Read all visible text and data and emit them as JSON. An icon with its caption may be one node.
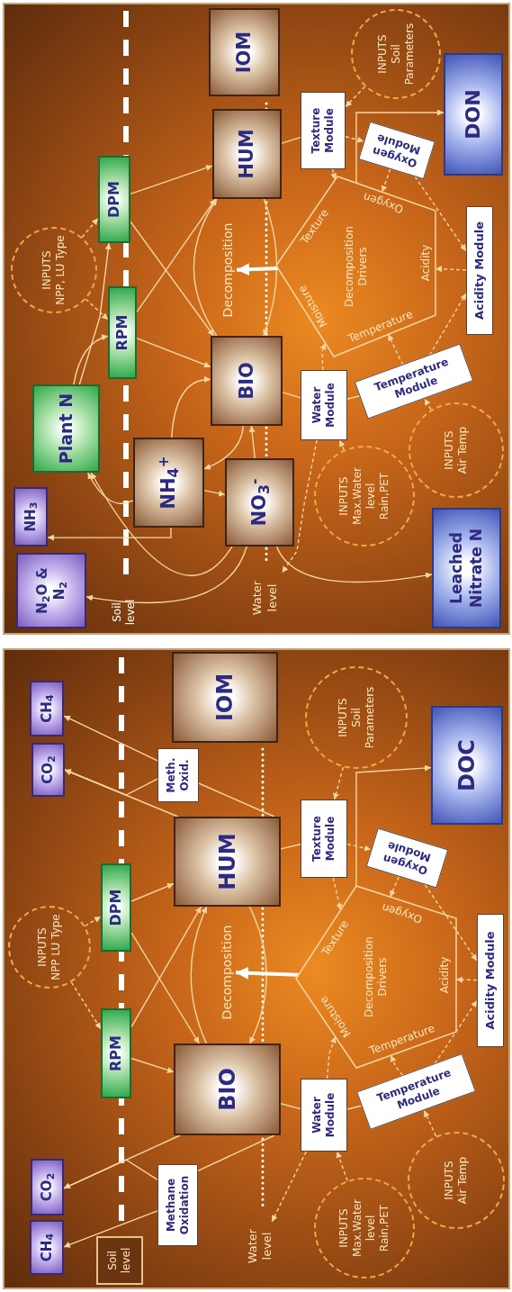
{
  "diagram": {
    "nodes": [
      {
        "text": [
          "N$_{2}$O & N$_{2}$"
        ]
      },
      {
        "text": [
          "NH$_{3}$"
        ]
      },
      {
        "text": [
          "Plant N"
        ]
      },
      {
        "text": [
          "RPM"
        ]
      },
      {
        "text": [
          "DPM"
        ]
      },
      {
        "text": [
          "INPUTS",
          "NPP, LU Type"
        ]
      },
      {
        "text": [
          "NH$_{4}$$^{+}$"
        ]
      },
      {
        "text": [
          "BIO"
        ]
      },
      {
        "text": [
          "NO$_{3}$$^{-}$"
        ]
      },
      {
        "text": [
          "HUM"
        ]
      },
      {
        "text": [
          "IOM"
        ]
      },
      {
        "text": [
          "Decomposition"
        ]
      },
      {
        "text": [
          "Decomposition Drivers"
        ]
      },
      {
        "text": [
          "Water Module"
        ]
      },
      {
        "text": [
          "Temperature Module"
        ]
      },
      {
        "text": [
          "Texture Module"
        ]
      },
      {
        "text": [
          "Oxygen Module"
        ]
      },
      {
        "text": [
          "Acidity Module"
        ]
      },
      {
        "text": [
          "INPUTS",
          "Max.Water level Rain,PET"
        ]
      },
      {
        "text": [
          "INPUTS",
          "Air Temp"
        ]
      },
      {
        "text": [
          "INPUTS",
          "Soil Parameters"
        ]
      },
      {
        "text": [
          "Leached Nitrate N"
        ]
      },
      {
        "text": [
          "DON"
        ]
      },
      {
        "text": [
          "Water level"
        ]
      },
      {
        "text": [
          "CH$_{4}$"
        ]
      },
      {
        "text": [
          "CO$_{2}$"
        ]
      },
      {
        "text": [
          "Soil level"
        ]
      },
      {
        "text": [
          "Methane Oxidation"
        ]
      },
      {
        "text": [
          "Water level"
        ]
      },
      {
        "text": [
          "RPM"
        ]
      },
      {
        "text": [
          "DPM"
        ]
      },
      {
        "text": [
          "INPUTS",
          "NPP LU Type"
        ]
      },
      {
        "text": [
          "BIO"
        ]
      },
      {
        "text": [
          "HUM"
        ]
      },
      {
        "text": [
          "IOM"
        ]
      },
      {
        "text": [
          "Meth. Oxid."
        ]
      },
      {
        "text": [
          "CO$_{2}$"
        ]
      },
      {
        "text": [
          "CH$_{4}$"
        ]
      },
      {
        "text": [
          "Decomposition"
        ]
      },
      {
        "text": [
          "Decomposition Drivers"
        ]
      },
      {
        "text": [
          "Water Module"
        ]
      },
      {
        "text": [
          "Temperature Module"
        ]
      },
      {
        "text": [
          "Texture Module"
        ]
      },
      {
        "text": [
          "Oxygen Module"
        ]
      },
      {
        "text": [
          "Acidity Module"
        ]
      },
      {
        "text": [
          "INPUTS",
          "Max.Water level Rain,PET"
        ]
      },
      {
        "text": [
          "INPUTS",
          "Air Temp"
        ]
      },
      {
        "text": [
          "INPUTS",
          "Soil Parameters"
        ]
      },
      {
        "text": [
          "DOC"
        ]
      }
    ],
    "edges": [
      {
        "from": 5,
        "to": 3,
        "arrow": "to",
        "style": "dashed"
      },
      {
        "from": 5,
        "to": 4,
        "arrow": "to",
        "style": "dashed"
      },
      {
        "from": 4,
        "to": 9,
        "arrow": "to"
      },
      {
        "from": 4,
        "to": 7,
        "arrow": "to"
      },
      {
        "from": 3,
        "to": 7,
        "arrow": "to"
      },
      {
        "from": 3,
        "to": 9,
        "arrow": "to"
      },
      {
        "from": 2,
        "to": 3,
        "arrow": "to"
      },
      {
        "from": 2,
        "to": 4,
        "arrow": "to"
      },
      {
        "from": 7,
        "to": 9,
        "arrow": "to"
      },
      {
        "from": 9,
        "to": 7,
        "arrow": "to"
      },
      {
        "from": 6,
        "to": 7,
        "arrow": "to"
      },
      {
        "from": 7,
        "to": 6,
        "arrow": "to"
      },
      {
        "from": 8,
        "to": 7,
        "arrow": "to"
      },
      {
        "from": 6,
        "to": 8,
        "arrow": "to"
      },
      {
        "from": 6,
        "to": 2,
        "arrow": "to"
      },
      {
        "from": 8,
        "to": 2,
        "arrow": "to"
      },
      {
        "from": 6,
        "to": 1,
        "arrow": "to"
      },
      {
        "from": 8,
        "to": 0,
        "arrow": "to"
      },
      {
        "from": 8,
        "to": 21,
        "arrow": "to"
      },
      {
        "from": 7,
        "to": 13,
        "arrow": "none"
      },
      {
        "from": 9,
        "to": 15,
        "arrow": "none"
      },
      {
        "from": 13,
        "to": 14,
        "arrow": "none"
      },
      {
        "from": 13,
        "to": 23,
        "arrow": "to",
        "style": "dashed"
      },
      {
        "from": 18,
        "to": 13,
        "arrow": "to",
        "style": "dashed"
      },
      {
        "from": 19,
        "to": 14,
        "arrow": "to",
        "style": "dashed"
      },
      {
        "from": 14,
        "to": 12,
        "arrow": "to",
        "style": "dashed"
      },
      {
        "from": 14,
        "to": 17,
        "arrow": "to",
        "style": "dashed"
      },
      {
        "from": 13,
        "to": 12,
        "arrow": "to",
        "style": "dashed"
      },
      {
        "from": 15,
        "to": 12,
        "arrow": "to",
        "style": "dashed"
      },
      {
        "from": 15,
        "to": 16,
        "arrow": "to",
        "style": "dashed"
      },
      {
        "from": 20,
        "to": 15,
        "arrow": "to",
        "style": "dashed"
      },
      {
        "from": 16,
        "to": 12,
        "arrow": "to",
        "style": "dashed"
      },
      {
        "from": 16,
        "to": 17,
        "arrow": "to",
        "style": "dashed"
      },
      {
        "from": 17,
        "to": 12,
        "arrow": "to",
        "style": "dashed"
      },
      {
        "from": 12,
        "to": 22,
        "arrow": "to"
      },
      {
        "from": 12,
        "to": 11,
        "arrow": "to",
        "style": "thick",
        "color": "#ffffff"
      },
      {
        "from": 31,
        "to": 29,
        "arrow": "to",
        "style": "dashed"
      },
      {
        "from": 31,
        "to": 30,
        "arrow": "to",
        "style": "dashed"
      },
      {
        "from": 30,
        "to": 33,
        "arrow": "to"
      },
      {
        "from": 30,
        "to": 32,
        "arrow": "to"
      },
      {
        "from": 29,
        "to": 32,
        "arrow": "to"
      },
      {
        "from": 29,
        "to": 33,
        "arrow": "to"
      },
      {
        "from": 32,
        "to": 33,
        "arrow": "to"
      },
      {
        "from": 33,
        "to": 32,
        "arrow": "to"
      },
      {
        "from": 32,
        "to": 25,
        "arrow": "to"
      },
      {
        "from": 32,
        "to": 27,
        "arrow": "none"
      },
      {
        "from": 27,
        "to": 24,
        "arrow": "to"
      },
      {
        "from": 27,
        "to": 25,
        "arrow": "to"
      },
      {
        "from": 33,
        "to": 36,
        "arrow": "to"
      },
      {
        "from": 33,
        "to": 35,
        "arrow": "none"
      },
      {
        "from": 35,
        "to": 37,
        "arrow": "to"
      },
      {
        "from": 35,
        "to": 36,
        "arrow": "to"
      },
      {
        "from": 32,
        "to": 40,
        "arrow": "none"
      },
      {
        "from": 33,
        "to": 42,
        "arrow": "none"
      },
      {
        "from": 40,
        "to": 41,
        "arrow": "none"
      },
      {
        "from": 40,
        "to": 28,
        "arrow": "to",
        "style": "dashed"
      },
      {
        "from": 45,
        "to": 40,
        "arrow": "to",
        "style": "dashed"
      },
      {
        "from": 46,
        "to": 41,
        "arrow": "to",
        "style": "dashed"
      },
      {
        "from": 41,
        "to": 39,
        "arrow": "to",
        "style": "dashed"
      },
      {
        "from": 41,
        "to": 44,
        "arrow": "to",
        "style": "dashed"
      },
      {
        "from": 40,
        "to": 39,
        "arrow": "to",
        "style": "dashed"
      },
      {
        "from": 42,
        "to": 39,
        "arrow": "to",
        "style": "dashed"
      },
      {
        "from": 42,
        "to": 43,
        "arrow": "to",
        "style": "dashed"
      },
      {
        "from": 47,
        "to": 42,
        "arrow": "to",
        "style": "dashed"
      },
      {
        "from": 43,
        "to": 39,
        "arrow": "to",
        "style": "dashed"
      },
      {
        "from": 43,
        "to": 44,
        "arrow": "to",
        "style": "dashed"
      },
      {
        "from": 44,
        "to": 39,
        "arrow": "to",
        "style": "dashed"
      },
      {
        "from": 39,
        "to": 48,
        "arrow": "to"
      },
      {
        "from": 39,
        "to": 38,
        "arrow": "to",
        "style": "thick",
        "color": "#ffffff"
      }
    ],
    "labels": [
      "Soil level",
      "Texture",
      "Moisture",
      "Oxygen",
      "Acidity",
      "Temperature",
      "Texture",
      "Moisture",
      "Oxygen",
      "Acidity",
      "Temperature"
    ]
  }
}
